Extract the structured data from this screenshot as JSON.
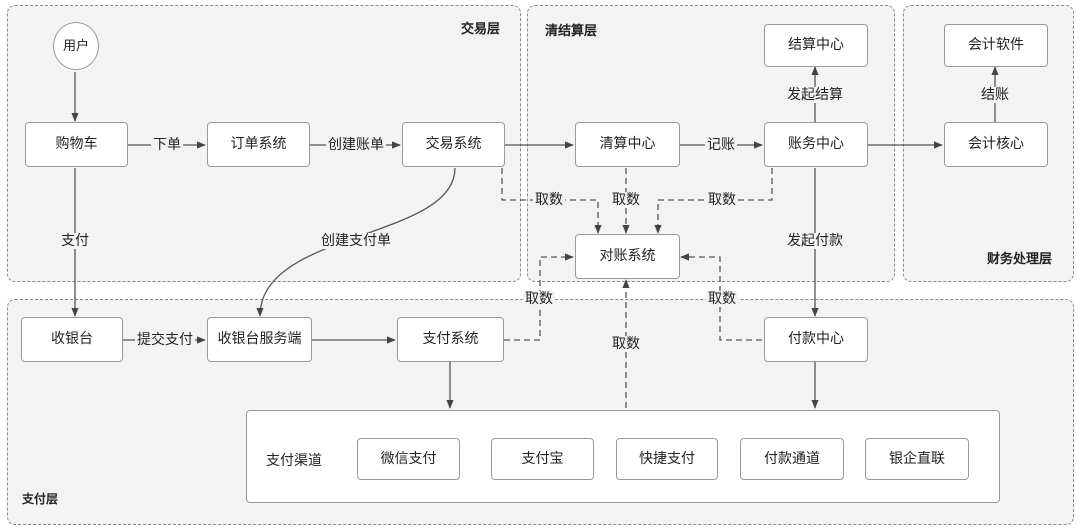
{
  "zones": {
    "transaction": "交易层",
    "clearing": "清结算层",
    "finance": "财务处理层",
    "payment": "支付层"
  },
  "nodes": {
    "user": "用户",
    "cart": "购物车",
    "order_system": "订单系统",
    "trade_system": "交易系统",
    "clearing_center": "清算中心",
    "accounting_center": "账务中心",
    "settlement_center": "结算中心",
    "accounting_software": "会计软件",
    "accounting_core": "会计核心",
    "reconciliation_system": "对账系统",
    "cashier": "收银台",
    "cashier_service": "收银台服务端",
    "payment_system": "支付系统",
    "payout_center": "付款中心"
  },
  "channel": {
    "title": "支付渠道",
    "items": [
      "微信支付",
      "支付宝",
      "快捷支付",
      "付款通道",
      "银企直联"
    ]
  },
  "edges": {
    "place_order": "下单",
    "create_bill": "创建账单",
    "post_ledger": "记账",
    "initiate_settlement": "发起结算",
    "checkout": "结账",
    "pay": "支付",
    "create_payment_order": "创建支付单",
    "submit_payment": "提交支付",
    "initiate_payout": "发起付款",
    "fetch_trade": "取数",
    "fetch_clearing": "取数",
    "fetch_accounting": "取数",
    "fetch_payment": "取数",
    "fetch_channel": "取数",
    "fetch_payout": "取数"
  }
}
